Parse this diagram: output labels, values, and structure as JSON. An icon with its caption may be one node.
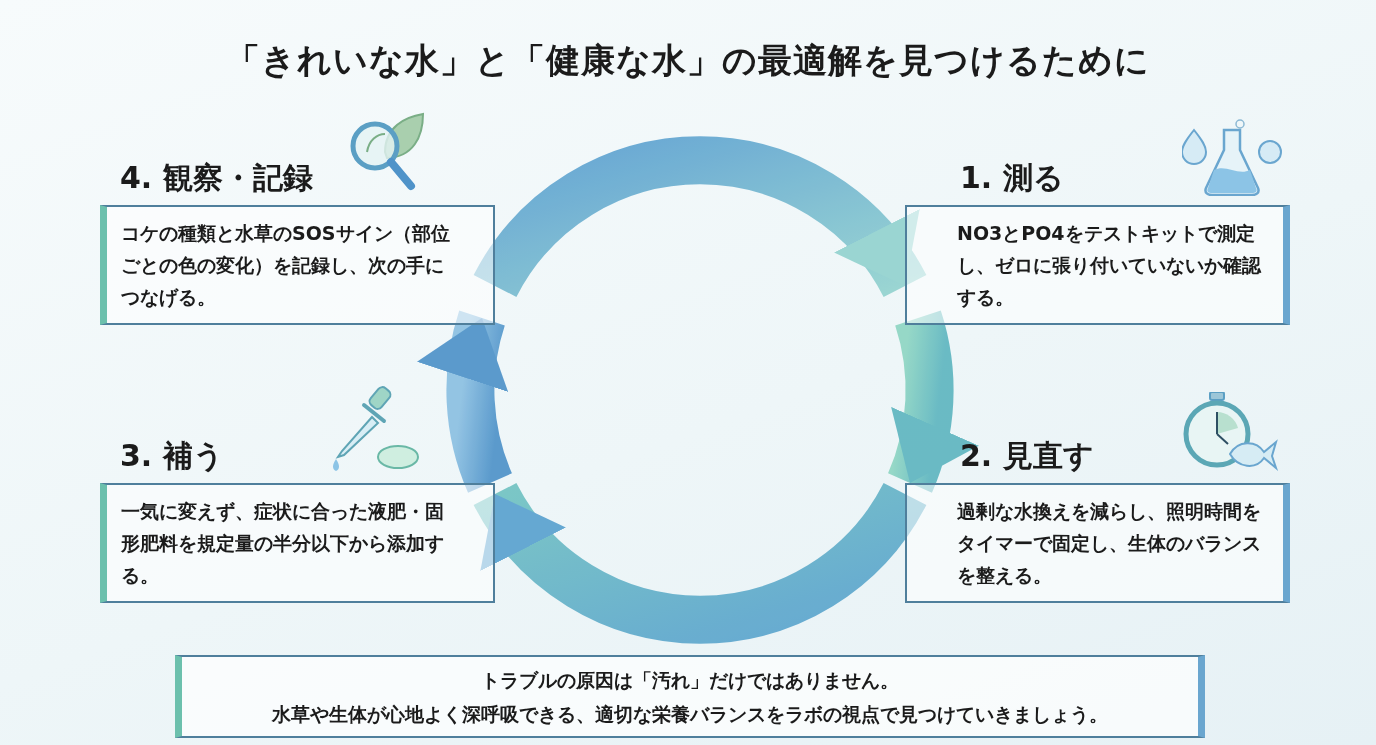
{
  "diagram": {
    "title": "「きれいな水」と「健康な水」の最適解を見つけるために",
    "nodes": [
      {
        "text": [
          "4. 観察・記録",
          "コケの種類と水草のSOSサイン（部位ごとの色の変化）を記録し、次の手につなげる。"
        ]
      },
      {
        "text": [
          "1. 測る",
          "NO3とPO4をテストキットで測定し、ゼロに張り付いていないか確認する。"
        ]
      },
      {
        "text": [
          "3. 補う",
          "一気に変えず、症状に合った液肥・固形肥料を規定量の半分以下から添加する。"
        ]
      },
      {
        "text": [
          "2. 見直す",
          "過剰な水換えを減らし、照明時間をタイマーで固定し、生体のバランスを整える。"
        ]
      },
      {
        "text": [
          "トラブルの原因は「汚れ」だけではありません。",
          "水草や生体が心地よく深呼吸できる、適切な栄養バランスをラボの視点で見つけていきましょう。"
        ]
      }
    ],
    "edges": [
      {
        "from": 1,
        "to": 3,
        "arrow": "to"
      },
      {
        "from": 3,
        "to": 2,
        "arrow": "to"
      },
      {
        "from": 2,
        "to": 0,
        "arrow": "to"
      },
      {
        "from": 0,
        "to": 1,
        "arrow": "to"
      }
    ]
  }
}
